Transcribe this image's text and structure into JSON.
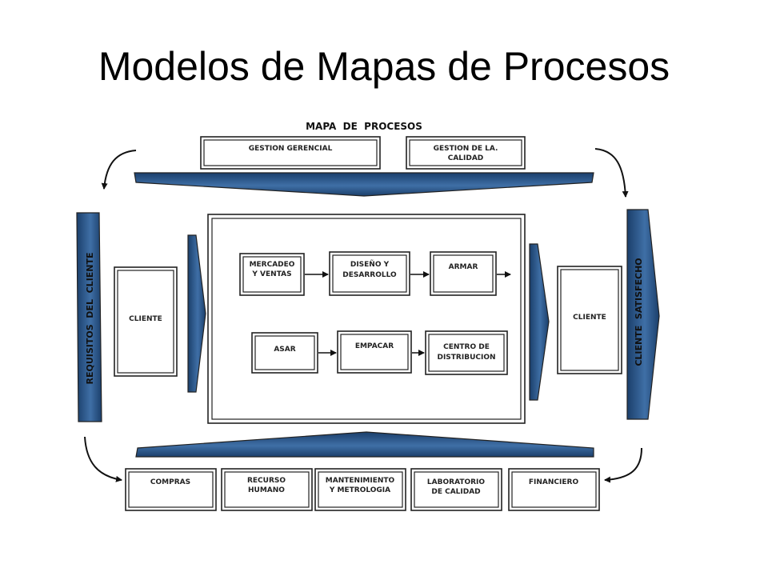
{
  "slide": {
    "title": "Modelos de Mapas de Procesos"
  },
  "diagram": {
    "header": "MAPA  DE  PROCESOS",
    "strategic": [
      {
        "lines": [
          "GESTION GERENCIAL"
        ]
      },
      {
        "lines": [
          "GESTION DE LA.",
          "CALIDAD"
        ]
      }
    ],
    "left_bar": "REQUISITOS  DEL  CLIENTE",
    "right_bar": "CLIENTE  SATISFECHO",
    "client_left": "CLIENTE",
    "client_right": "CLIENTE",
    "core_row1": [
      {
        "lines": [
          "MERCADEO",
          "Y VENTAS"
        ]
      },
      {
        "lines": [
          "DISEÑO Y",
          "DESARROLLO"
        ]
      },
      {
        "lines": [
          "ARMAR"
        ]
      }
    ],
    "core_row2": [
      {
        "lines": [
          "ASAR"
        ]
      },
      {
        "lines": [
          "EMPACAR"
        ]
      },
      {
        "lines": [
          "CENTRO DE",
          "DISTRIBUCION"
        ]
      }
    ],
    "support": [
      {
        "lines": [
          "COMPRAS"
        ]
      },
      {
        "lines": [
          "RECURSO",
          "HUMANO"
        ]
      },
      {
        "lines": [
          "MANTENIMIENTO",
          "Y METROLOGIA"
        ]
      },
      {
        "lines": [
          "LABORATORIO",
          "DE CALIDAD"
        ]
      },
      {
        "lines": [
          "FINANCIERO"
        ]
      }
    ]
  }
}
